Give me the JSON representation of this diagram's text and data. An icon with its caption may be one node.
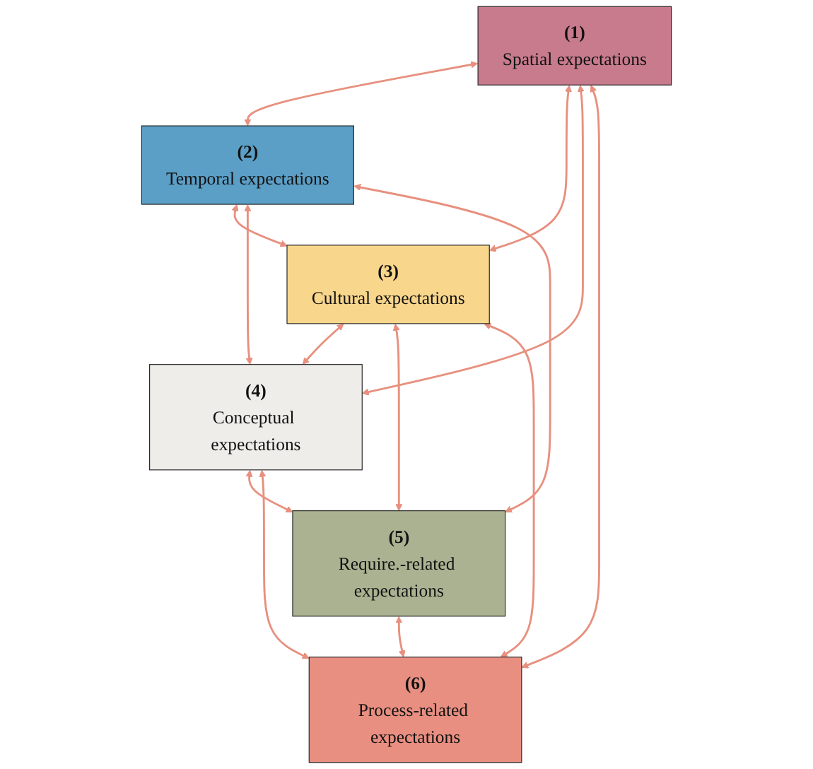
{
  "diagram": {
    "nodes": [
      {
        "text": [
          "(1)",
          "Spatial expectations"
        ]
      },
      {
        "text": [
          "(2)",
          "Temporal expectations"
        ]
      },
      {
        "text": [
          "(3)",
          "Cultural expectations"
        ]
      },
      {
        "text": [
          "(4)",
          "Conceptual expectations"
        ]
      },
      {
        "text": [
          "(5)",
          "Require.-related expectations"
        ]
      },
      {
        "text": [
          "(6)",
          "Process-related expectations"
        ]
      }
    ],
    "edges": [
      {
        "from": 0,
        "to": 1,
        "arrow": "both"
      },
      {
        "from": 0,
        "to": 2,
        "arrow": "both"
      },
      {
        "from": 0,
        "to": 3,
        "arrow": "both"
      },
      {
        "from": 0,
        "to": 5,
        "arrow": "both"
      },
      {
        "from": 1,
        "to": 2,
        "arrow": "both"
      },
      {
        "from": 1,
        "to": 3,
        "arrow": "both"
      },
      {
        "from": 1,
        "to": 4,
        "arrow": "both"
      },
      {
        "from": 2,
        "to": 3,
        "arrow": "both"
      },
      {
        "from": 2,
        "to": 4,
        "arrow": "both"
      },
      {
        "from": 2,
        "to": 5,
        "arrow": "both"
      },
      {
        "from": 3,
        "to": 4,
        "arrow": "both"
      },
      {
        "from": 3,
        "to": 5,
        "arrow": "both"
      },
      {
        "from": 4,
        "to": 5,
        "arrow": "both"
      }
    ]
  }
}
